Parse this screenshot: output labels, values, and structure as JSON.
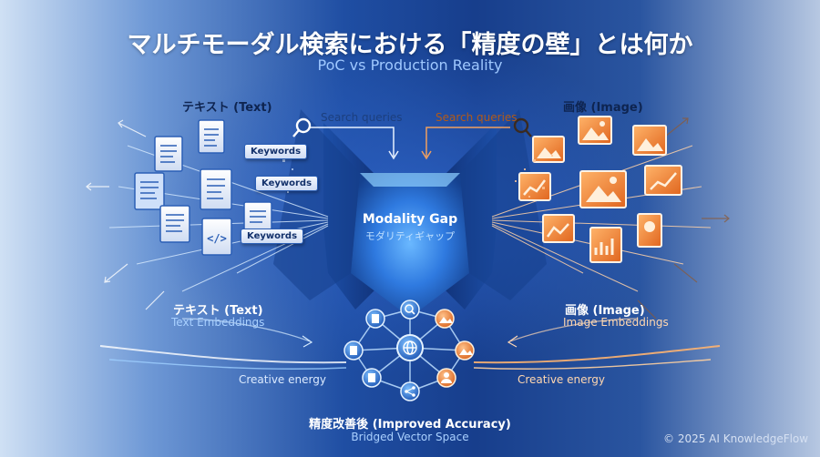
{
  "title": "マルチモーダル検索における「精度の壁」とは何か",
  "subtitle": "PoC vs Production Reality",
  "text_side": {
    "label_top": "テキスト (Text)",
    "query": "Search queries",
    "keywords": [
      "Keywords",
      "Keywords",
      "Keywords"
    ],
    "label_bottom": "テキスト (Text)",
    "embeddings": "Text Embeddings",
    "energy": "Creative energy",
    "accent": "#3f7fd8"
  },
  "image_side": {
    "label_top": "画像 (Image)",
    "query": "Search queries",
    "label_bottom": "画像 (Image)",
    "embeddings": "Image Embeddings",
    "energy": "Creative energy",
    "accent": "#f08a3c"
  },
  "center": {
    "label": "Modality Gap",
    "sub": "モダリティギャップ"
  },
  "bottom": {
    "label": "精度改善後 (Improved Accuracy)",
    "sub": "Bridged Vector Space"
  },
  "copyright": "© 2025 AI KnowledgeFlow",
  "icons": [
    "search-icon",
    "document-icon",
    "code-document-icon",
    "image-icon",
    "chart-icon",
    "globe-icon",
    "share-icon",
    "user-icon"
  ]
}
